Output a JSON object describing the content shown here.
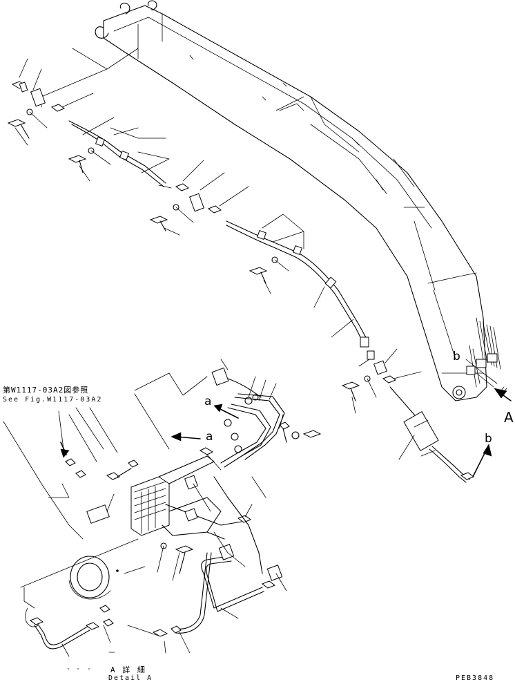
{
  "labels": {
    "see_fig_jp": "第W1117-03A2図参照",
    "see_fig_en": "See Fig.W1117-03A2",
    "detail_jp": "A 詳 細",
    "detail_en": "Detail A",
    "view_a": "A",
    "ref_a_upper": "a",
    "ref_a_lower": "a",
    "ref_b_boom": "b",
    "ref_b_arrow": "b",
    "drawing_no": "PEB3848"
  }
}
